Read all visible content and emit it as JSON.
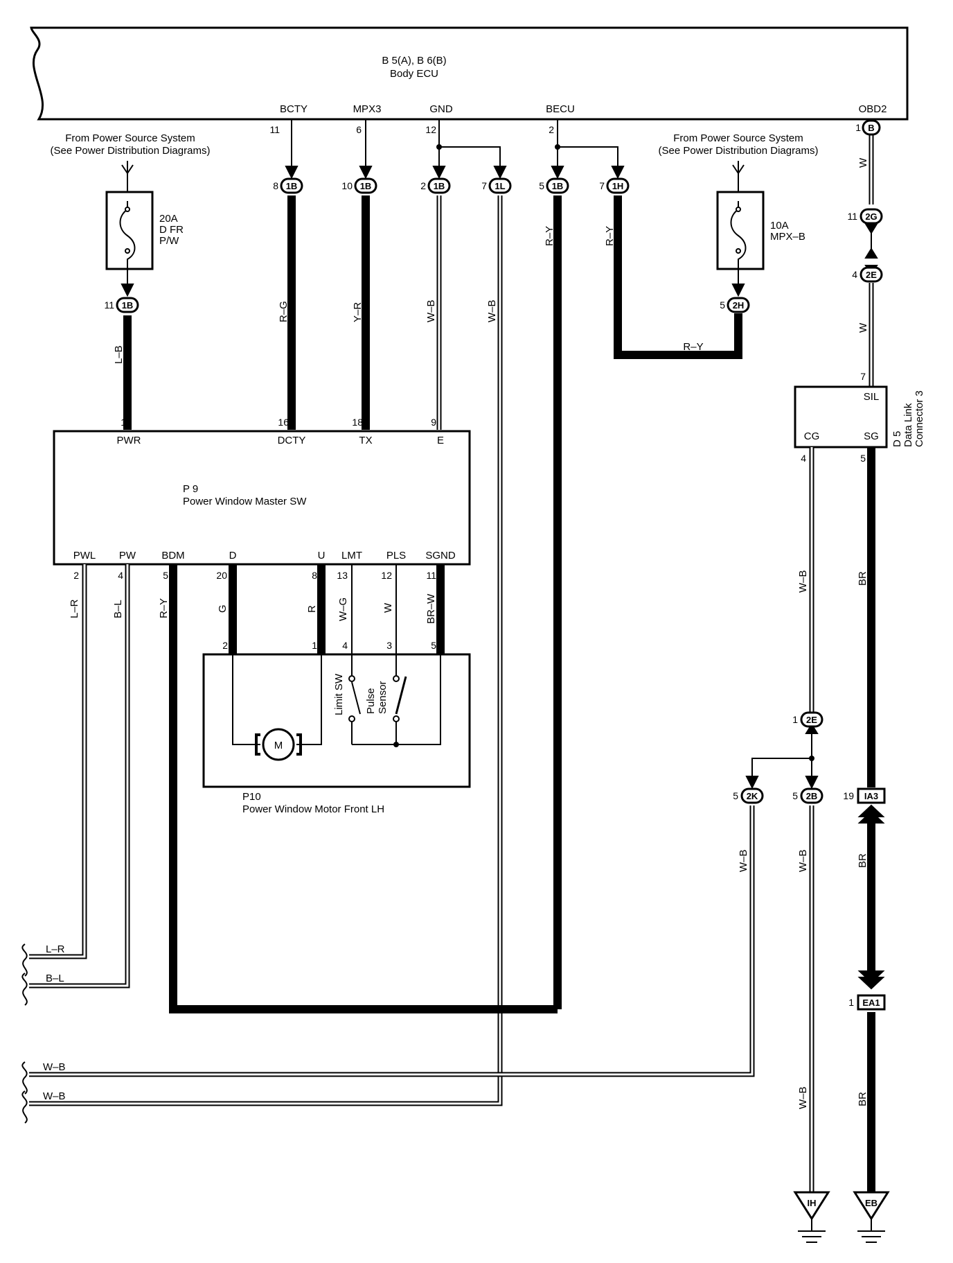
{
  "ecu": {
    "title": "B 5(A), B 6(B)",
    "name": "Body ECU",
    "terminals": [
      {
        "id": "bcty",
        "label": "BCTY",
        "pin": "11"
      },
      {
        "id": "mpx3",
        "label": "MPX3",
        "pin": "6"
      },
      {
        "id": "gnd",
        "label": "GND",
        "pin": "12"
      },
      {
        "id": "becu",
        "label": "BECU",
        "pin": "2"
      },
      {
        "id": "obd2",
        "label": "OBD2",
        "pin": "1",
        "conn": "B"
      }
    ]
  },
  "power_source_left": {
    "line1": "From Power Source System",
    "line2": "(See Power Distribution Diagrams)"
  },
  "power_source_right": {
    "line1": "From Power Source System",
    "line2": "(See Power Distribution Diagrams)"
  },
  "fuse_left": {
    "amp": "20A",
    "line2": "D FR",
    "line3": "P/W"
  },
  "fuse_right": {
    "amp": "10A",
    "line2": "MPX–B"
  },
  "connectors": [
    {
      "id": "c1",
      "pin": "8",
      "code": "1B"
    },
    {
      "id": "c2",
      "pin": "10",
      "code": "1B"
    },
    {
      "id": "c3",
      "pin": "2",
      "code": "1B"
    },
    {
      "id": "c4",
      "pin": "7",
      "code": "1L"
    },
    {
      "id": "c5",
      "pin": "5",
      "code": "1B"
    },
    {
      "id": "c6",
      "pin": "7",
      "code": "1H"
    },
    {
      "id": "c7",
      "pin": "11",
      "code": "1B"
    },
    {
      "id": "c8",
      "pin": "5",
      "code": "2H"
    },
    {
      "id": "c9",
      "pin": "11",
      "code": "2G"
    },
    {
      "id": "c10",
      "pin": "4",
      "code": "2E"
    },
    {
      "id": "c11",
      "pin": "1",
      "code": "2E"
    },
    {
      "id": "c12",
      "pin": "5",
      "code": "2K"
    },
    {
      "id": "c13",
      "pin": "5",
      "code": "2B"
    }
  ],
  "junctions": [
    {
      "id": "ia3",
      "pin": "19",
      "code": "IA3"
    },
    {
      "id": "ea1",
      "pin": "1",
      "code": "EA1"
    }
  ],
  "wire_colors": {
    "lb": "L–B",
    "rg": "R–G",
    "yr": "Y–R",
    "wb": "W–B",
    "ry": "R–Y",
    "w": "W",
    "lr": "L–R",
    "bl": "B–L",
    "g": "G",
    "r": "R",
    "wg": "W–G",
    "brw": "BR–W",
    "br": "BR"
  },
  "master_sw": {
    "code": "P 9",
    "name": "Power Window Master SW",
    "top_terminals": [
      {
        "label": "PWR",
        "pin": "1"
      },
      {
        "label": "DCTY",
        "pin": "16"
      },
      {
        "label": "TX",
        "pin": "18"
      },
      {
        "label": "E",
        "pin": "9"
      }
    ],
    "bottom_terminals": [
      {
        "label": "PWL",
        "pin": "2"
      },
      {
        "label": "PW",
        "pin": "4"
      },
      {
        "label": "BDM",
        "pin": "5"
      },
      {
        "label": "D",
        "pin": "20"
      },
      {
        "label": "U",
        "pin": "8"
      },
      {
        "label": "LMT",
        "pin": "13"
      },
      {
        "label": "PLS",
        "pin": "12"
      },
      {
        "label": "SGND",
        "pin": "11"
      }
    ]
  },
  "motor": {
    "code": "P10",
    "name": "Power Window Motor Front LH",
    "pins": [
      "2",
      "1",
      "4",
      "3",
      "5"
    ],
    "motor_symbol": "M",
    "limit_sw": "Limit SW",
    "pulse_sensor_1": "Pulse",
    "pulse_sensor_2": "Sensor"
  },
  "dlc": {
    "code": "D 5",
    "name1": "Data Link",
    "name2": "Connector 3",
    "sil": "SIL",
    "cg": "CG",
    "sg": "SG",
    "pin_sil": "7",
    "pin_cg": "4",
    "pin_sg": "5"
  },
  "grounds": [
    {
      "id": "ih",
      "code": "IH"
    },
    {
      "id": "eb",
      "code": "EB"
    }
  ],
  "offpage": [
    "L–R",
    "B–L",
    "W–B",
    "W–B"
  ]
}
